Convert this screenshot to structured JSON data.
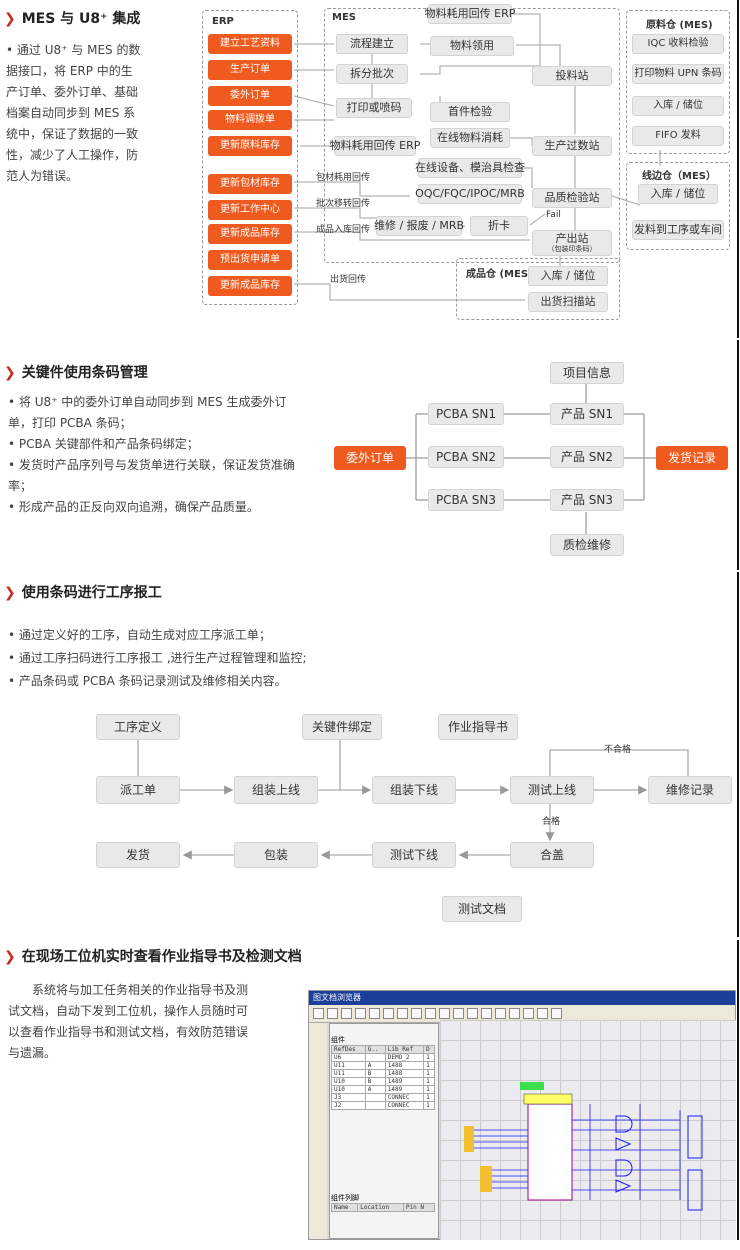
{
  "s1": {
    "title": "MES 与 U8⁺ 集成",
    "desc": "通过 U8⁺ 与 MES 的数据接口，将 ERP 中的生产订单、委外订单、基础档案自动同步到 MES 系统中，保证了数据的一致性，减少了人工操作，防范人为错误。",
    "erp_label": "ERP",
    "mes_label": "MES",
    "erp_items": [
      "建立工艺资料",
      "生产订单",
      "委外订单",
      "物料调拨单",
      "更新原料库存",
      "更新包材库存",
      "更新工作中心",
      "更新成品库存",
      "预出货申请单",
      "更新成品库存"
    ],
    "mes_items": {
      "erp_return_top": "物料耗用回传 ERP",
      "flow": "流程建立",
      "material_pick": "物料领用",
      "split": "拆分批次",
      "feed": "投料站",
      "print": "打印或喷码",
      "first": "首件检验",
      "erp_return": "物料耗用回传 ERP",
      "online": "在线物料消耗",
      "pass": "生产过数站",
      "equip": "在线设备、模治具检查",
      "oqc": "OQC/FQC/IPOC/MRB",
      "qc": "品质检验站",
      "repair": "维修 / 报废 / MRB",
      "fold": "折卡",
      "output": "产出站",
      "output_sub": "（包装印条码）"
    },
    "tags": [
      "包材耗用回传",
      "批次移转回传",
      "成品入库回传",
      "出货回传",
      "Fail"
    ],
    "raw_wh": {
      "title": "原料仓 (MES)",
      "items": [
        "IQC 收料检验",
        "打印物料 UPN 条码",
        "入库 / 储位",
        "FIFO 发料"
      ]
    },
    "line_wh": {
      "title": "线边仓（MES）",
      "items": [
        "入库 / 储位",
        "发料到工序或车间"
      ]
    },
    "fg_wh": {
      "title": "成品仓 (MES)",
      "items": [
        "入库 / 储位",
        "出货扫描站"
      ]
    }
  },
  "s2": {
    "title": "关键件使用条码管理",
    "bullets": [
      "将 U8⁺ 中的委外订单自动同步到 MES 生成委外订单，打印 PCBA 条码；",
      "PCBA 关键部件和产品条码绑定；",
      "发货时产品序列号与发货单进行关联，保证发货准确率；",
      "形成产品的正反向双向追溯，确保产品质量。"
    ],
    "nodes": {
      "order": "委外订单",
      "info": "项目信息",
      "sn1": "PCBA SN1",
      "sn2": "PCBA SN2",
      "sn3": "PCBA SN3",
      "p1": "产品 SN1",
      "p2": "产品 SN2",
      "p3": "产品 SN3",
      "ship": "发货记录",
      "qc": "质检维修"
    }
  },
  "s3": {
    "title": "使用条码进行工序报工",
    "bullets": [
      "通过定义好的工序，自动生成对应工序派工单；",
      "通过工序扫码进行工序报工 ,进行生产过程管理和监控;",
      "产品条码或 PCBA 条码记录测试及维修相关内容。"
    ],
    "nodes": {
      "define": "工序定义",
      "key": "关键件绑定",
      "guide": "作业指导书",
      "dispatch": "派工单",
      "asm_on": "组装上线",
      "asm_off": "组装下线",
      "test_on": "测试上线",
      "repair": "维修记录",
      "ship": "发货",
      "pack": "包装",
      "test_off": "测试下线",
      "cover": "合盖",
      "testdoc": "测试文档"
    },
    "ng": "不合格",
    "ok": "合格"
  },
  "s4": {
    "title": "在现场工位机实时查看作业指导书及检测文档",
    "desc": "系统将与加工任务相关的作业指导书及测试文档，自动下发到工位机，操作人员随时可以查看作业指导书和测试文档，有效防范错误与遗漏。",
    "win": {
      "title": "图文档浏览器",
      "panel1": "组件",
      "panel2": "组件列脚",
      "cols": [
        "RefDes",
        "G..",
        "Lib Ref",
        "D"
      ],
      "rows": [
        [
          "U6",
          "",
          "DEMO_2",
          "1"
        ],
        [
          "U11",
          "A",
          "1488",
          "1"
        ],
        [
          "U11",
          "B",
          "1488",
          "1"
        ],
        [
          "U10",
          "B",
          "1489",
          "1"
        ],
        [
          "U10",
          "A",
          "1489",
          "1"
        ],
        [
          "J3",
          "",
          "CONNEC",
          "1"
        ],
        [
          "J2",
          "",
          "CONNEC",
          "1"
        ]
      ],
      "cols2": [
        "Name",
        "Location",
        "Pin N"
      ]
    }
  }
}
